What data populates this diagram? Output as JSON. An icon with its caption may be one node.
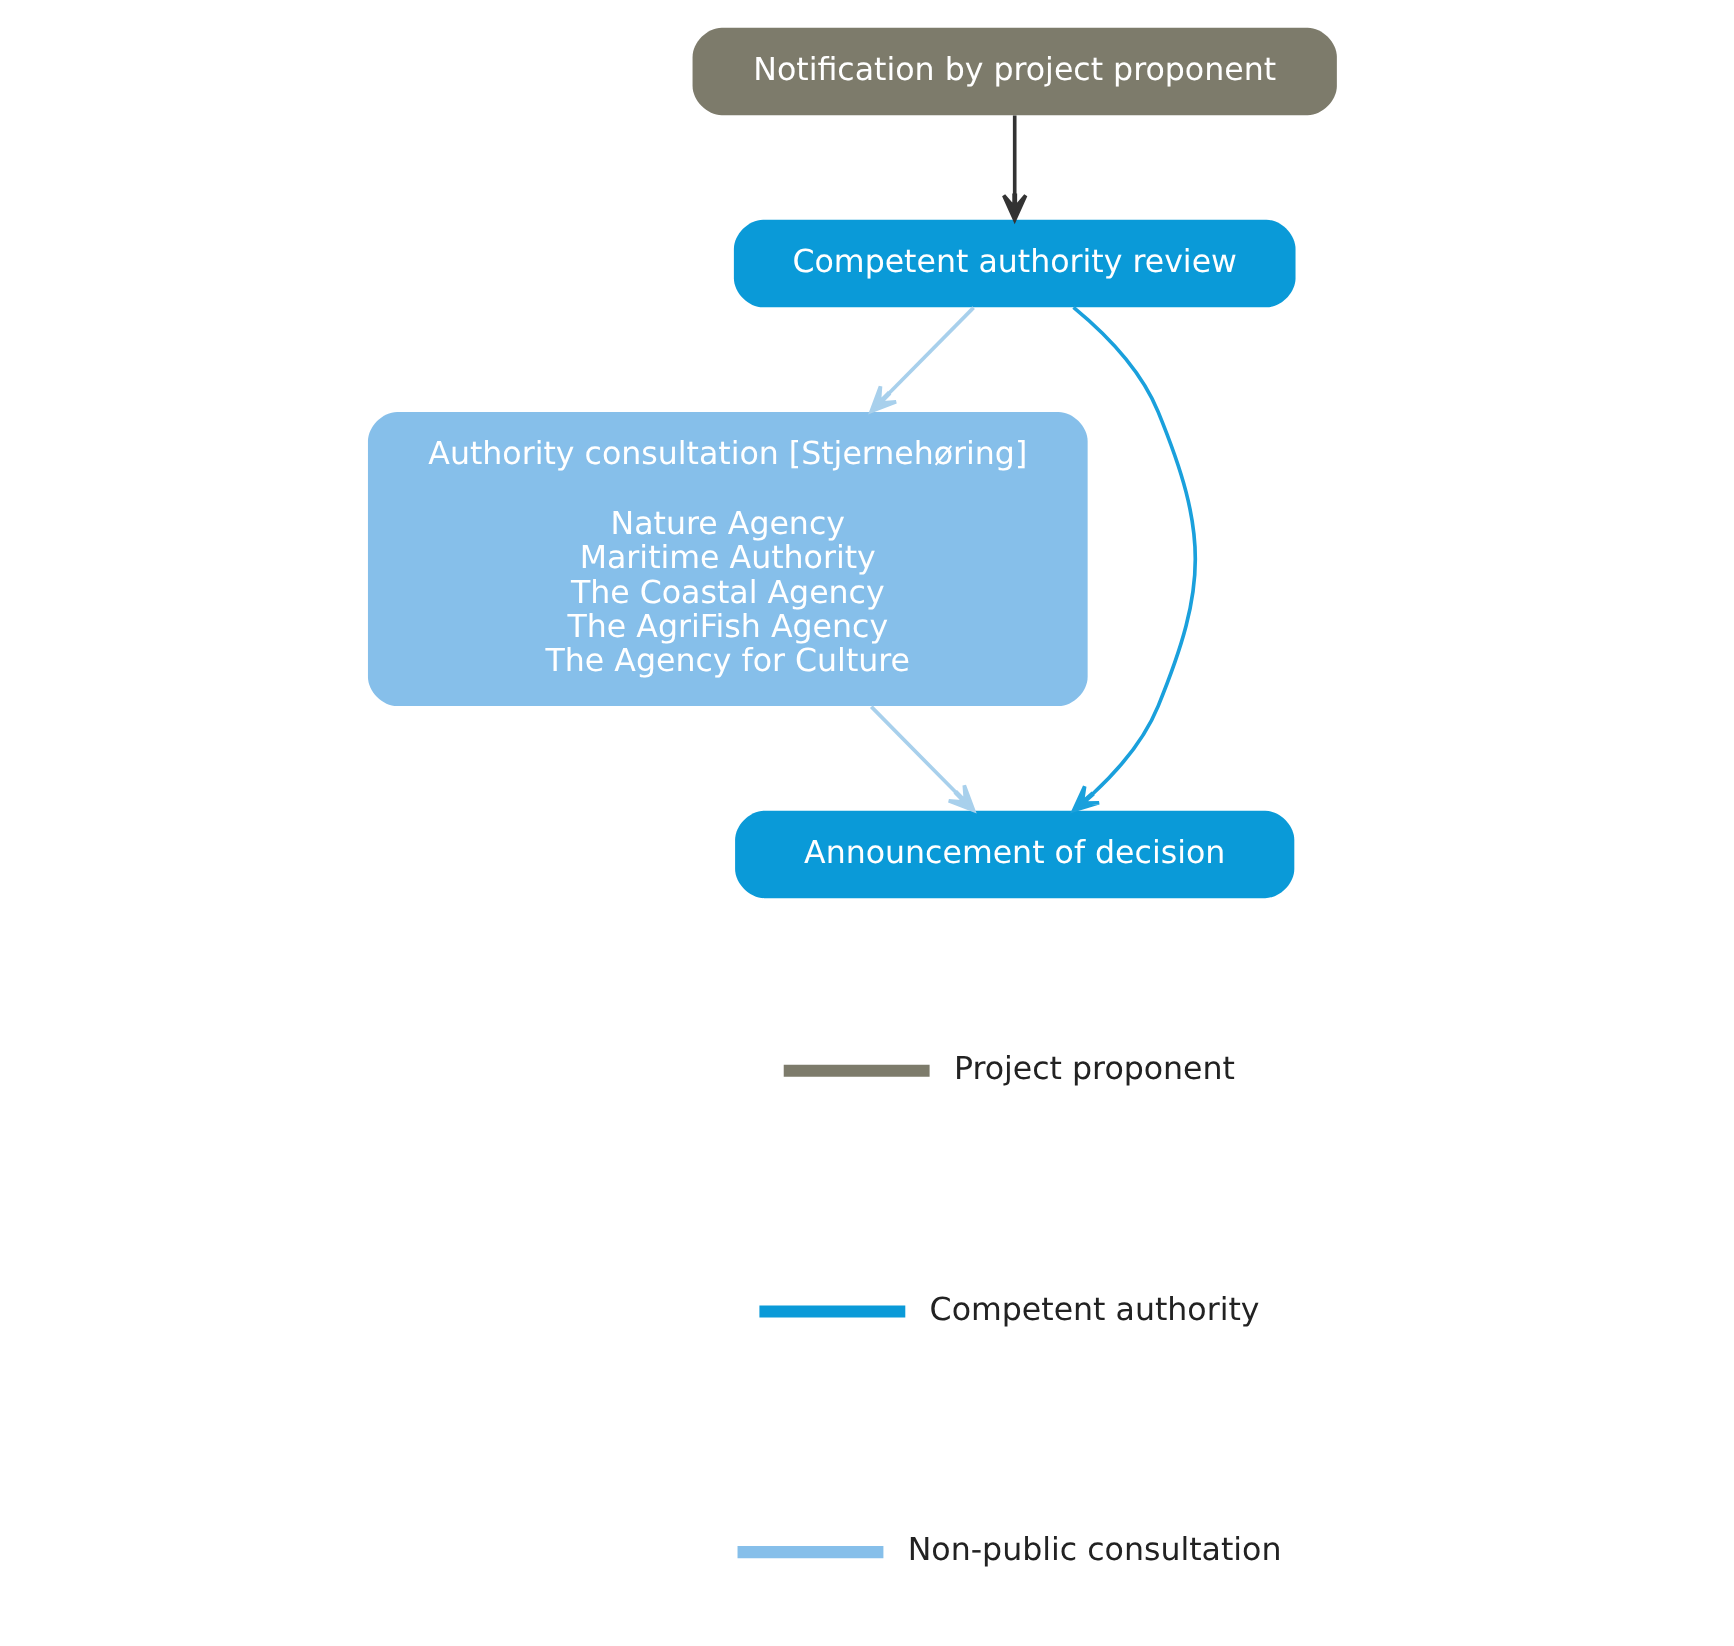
{
  "diagram": {
    "nodes": [
      {
        "text": [
          "Notification by project proponent"
        ]
      },
      {
        "text": [
          "Competent authority review"
        ]
      },
      {
        "text": [
          "Authority consultation [Stjernehøring]",
          "Nature Agency",
          "Maritime Authority",
          "The Coastal Agency",
          "The AgriFish Agency",
          "The Agency for Culture"
        ]
      },
      {
        "text": [
          "Announcement of decision"
        ]
      }
    ],
    "edges": [
      {
        "from": 0,
        "to": 1,
        "arrow": "to",
        "color": "#333333"
      },
      {
        "from": 1,
        "to": 2,
        "arrow": "to",
        "color": "#a8d0ec"
      },
      {
        "from": 1,
        "to": 3,
        "arrow": "to",
        "color": "#1aa0dc"
      },
      {
        "from": 2,
        "to": 3,
        "arrow": "to",
        "color": "#a8d0ec"
      }
    ],
    "legend": [
      {
        "text": "Project proponent",
        "color": "#7d7b6b"
      },
      {
        "text": "Competent authority",
        "color": "#0a9ad8"
      },
      {
        "text": "Non-public consultation",
        "color": "#86bfea"
      }
    ]
  }
}
